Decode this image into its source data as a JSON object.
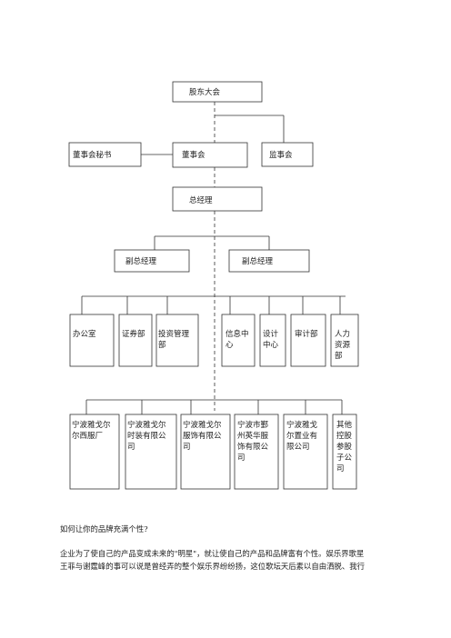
{
  "org_chart": {
    "shareholders": "股东大会",
    "board_secretary": "董事会秘书",
    "board": "董事会",
    "supervisors": "监事会",
    "gm": "总经理",
    "deputy_gm_left": "副总经理",
    "deputy_gm_right": "副总经理",
    "departments": [
      [
        "办公室"
      ],
      [
        "证券部"
      ],
      [
        "投资管理",
        "部"
      ],
      [
        "信息中",
        "心"
      ],
      [
        "设计",
        "中心"
      ],
      [
        "审计部"
      ],
      [
        "人力",
        "资源",
        "部"
      ]
    ],
    "subsidiaries": [
      [
        "宁波雅戈尔",
        "尔西服厂"
      ],
      [
        "宁波雅戈尔",
        "时装有限公",
        "司"
      ],
      [
        "宁波雅戈尔",
        "服饰有限公",
        "司"
      ],
      [
        "宁波市鄞",
        "州英华服",
        "饰有限公",
        "司"
      ],
      [
        "宁波雅戈",
        "尔置业有",
        "限公司"
      ],
      [
        "其他",
        "控股",
        "参股",
        "子公",
        "司"
      ]
    ]
  },
  "article": {
    "heading": "如何让你的品牌充满个性?",
    "line1": "企业为了使自己的产品变成未来的\"明星\"，就让使自己的产品和品牌富有个性。娱乐界歌星",
    "line2": "王菲与谢霆峰的事可以说是曾经弄的整个娱乐界纷纷扬，这位歌坛天后素以自由洒脱、我行"
  }
}
